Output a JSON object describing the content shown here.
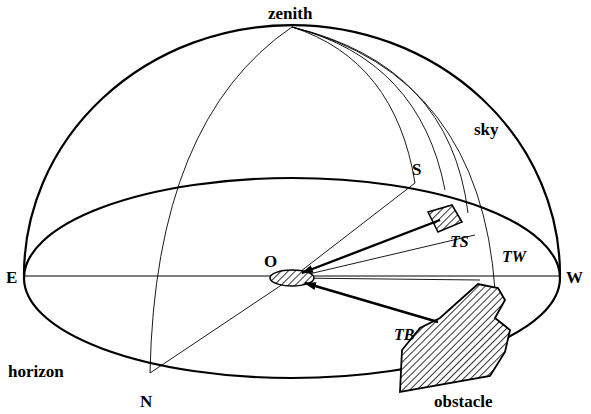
{
  "diagram": {
    "labels": [
      "zenith",
      "sky",
      "S",
      "E",
      "W",
      "O",
      "TS",
      "TW",
      "TB",
      "horizon",
      "N",
      "obstacle"
    ]
  }
}
